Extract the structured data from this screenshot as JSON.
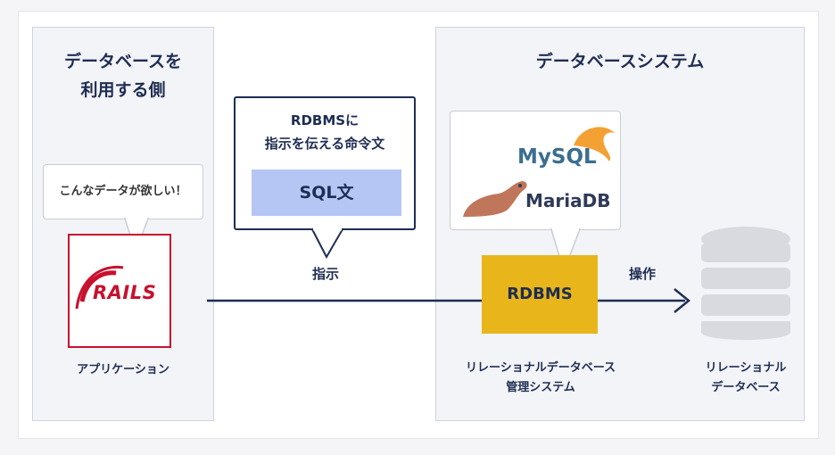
{
  "left_panel": {
    "title_line1": "データベースを",
    "title_line2": "利用する側"
  },
  "right_panel": {
    "title": "データベースシステム"
  },
  "left_bubble": {
    "text": "こんなデータが欲しい！"
  },
  "center_bubble": {
    "line1": "RDBMSに",
    "line2": "指示を伝える命令文",
    "sql_label": "SQL文"
  },
  "arrow_label": "指示",
  "app": {
    "logo_text": "RAILS",
    "caption": "アプリケーション"
  },
  "logos": {
    "mysql": "MySQL",
    "mariadb": "MariaDB"
  },
  "rdbms": {
    "label": "RDBMS",
    "caption_line1": "リレーショナルデータベース",
    "caption_line2": "管理システム"
  },
  "operation_label": "操作",
  "database": {
    "caption_line1": "リレーショナル",
    "caption_line2": "データベース"
  },
  "colors": {
    "navy": "#1e2d52",
    "rails_red": "#c8102e",
    "rdbms_yellow": "#e8b61a",
    "sql_blue": "#b5c6f5"
  }
}
